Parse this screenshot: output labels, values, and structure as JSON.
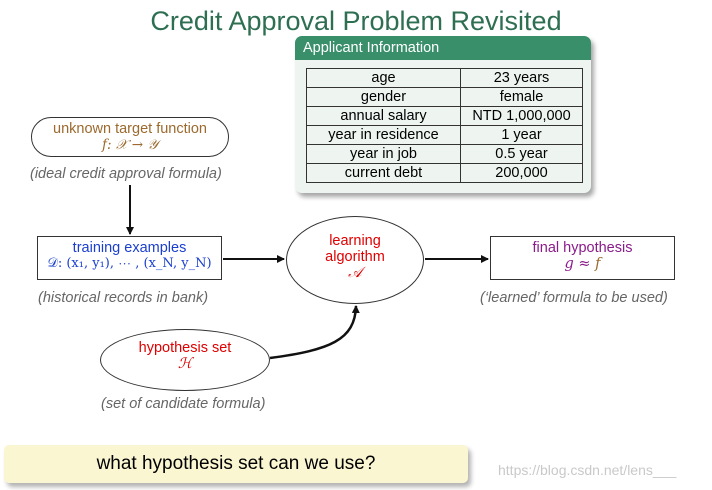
{
  "title": "Credit Approval Problem Revisited",
  "applicant": {
    "header": "Applicant Information",
    "rows": [
      {
        "key": "age",
        "value": "23 years"
      },
      {
        "key": "gender",
        "value": "female"
      },
      {
        "key": "annual salary",
        "value": "NTD 1,000,000"
      },
      {
        "key": "year in residence",
        "value": "1 year"
      },
      {
        "key": "year in job",
        "value": "0.5 year"
      },
      {
        "key": "current debt",
        "value": "200,000"
      }
    ]
  },
  "target": {
    "label": "unknown target function",
    "formula": "f: 𝒳 → 𝒴",
    "caption": "(ideal credit approval formula)"
  },
  "training": {
    "label": "training examples",
    "formula": "𝒟: (x₁, y₁), ⋯ , (x_N, y_N)",
    "caption": "(historical records in bank)"
  },
  "algorithm": {
    "line1": "learning",
    "line2": "algorithm",
    "symbol": "𝒜"
  },
  "final": {
    "label": "final hypothesis",
    "g": "g",
    "approx": " ≈ ",
    "f": "f",
    "caption": "(‘learned’ formula to be used)"
  },
  "hypothesis_set": {
    "label": "hypothesis set",
    "symbol": "ℋ",
    "caption": "(set of candidate formula)"
  },
  "question": "what hypothesis set can we use?",
  "watermark": "https://blog.csdn.net/lens___",
  "colors": {
    "title": "#2e6f52",
    "header": "#3a8f6b",
    "target": "#9c6a2e",
    "training": "#1a3fd0",
    "algorithm": "#e00000",
    "final": "#8a1b8a"
  }
}
